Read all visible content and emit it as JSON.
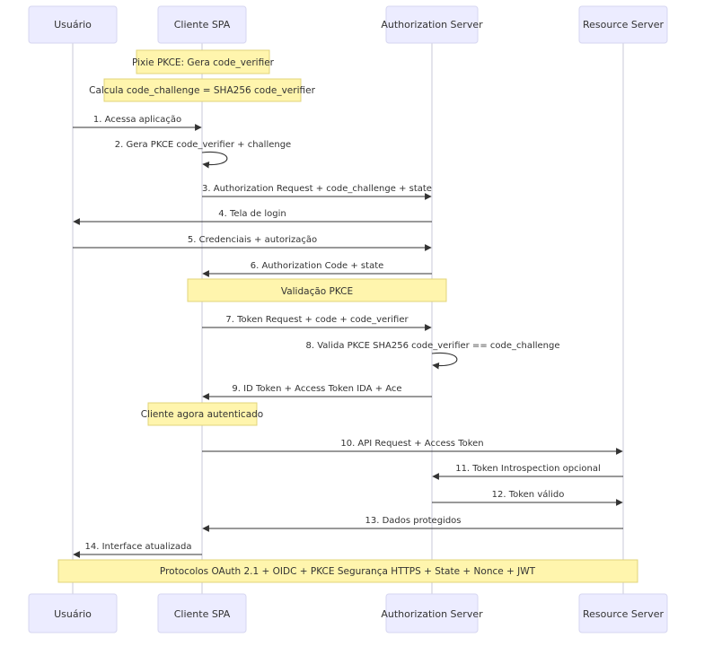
{
  "participants": [
    {
      "id": "usuario",
      "label": "Usuário"
    },
    {
      "id": "spa",
      "label": "Cliente SPA"
    },
    {
      "id": "auth",
      "label": "Authorization Server"
    },
    {
      "id": "resource",
      "label": "Resource Server"
    }
  ],
  "notes": [
    {
      "id": "n1",
      "text": "Pixie PKCE: Gera code_verifier"
    },
    {
      "id": "n2",
      "text": "Calcula code_challenge = SHA256 code_verifier"
    },
    {
      "id": "n3",
      "text": "Validação PKCE"
    },
    {
      "id": "n4",
      "text": "Cliente agora autenticado"
    },
    {
      "id": "n5",
      "text": "Protocolos OAuth 2.1 + OIDC + PKCE Segurança HTTPS + State + Nonce + JWT"
    }
  ],
  "messages": [
    {
      "id": "m1",
      "from": "usuario",
      "to": "spa",
      "text": "1. Acessa aplicação"
    },
    {
      "id": "m2",
      "from": "spa",
      "to": "spa",
      "text": "2. Gera PKCE code_verifier + challenge"
    },
    {
      "id": "m3",
      "from": "spa",
      "to": "auth",
      "text": "3. Authorization Request + code_challenge + state"
    },
    {
      "id": "m4",
      "from": "auth",
      "to": "usuario",
      "text": "4. Tela de login"
    },
    {
      "id": "m5",
      "from": "usuario",
      "to": "auth",
      "text": "5. Credenciais + autorização"
    },
    {
      "id": "m6",
      "from": "auth",
      "to": "spa",
      "text": "6. Authorization Code + state"
    },
    {
      "id": "m7",
      "from": "spa",
      "to": "auth",
      "text": "7. Token Request + code + code_verifier"
    },
    {
      "id": "m8",
      "from": "auth",
      "to": "auth",
      "text": "8. Valida PKCE SHA256 code_verifier == code_challenge"
    },
    {
      "id": "m9",
      "from": "auth",
      "to": "spa",
      "text": "9. ID Token + Access Token IDA + Ace"
    },
    {
      "id": "m10",
      "from": "spa",
      "to": "resource",
      "text": "10. API Request + Access Token"
    },
    {
      "id": "m11",
      "from": "resource",
      "to": "auth",
      "text": "11. Token Introspection opcional"
    },
    {
      "id": "m12",
      "from": "auth",
      "to": "resource",
      "text": "12. Token válido"
    },
    {
      "id": "m13",
      "from": "resource",
      "to": "spa",
      "text": "13. Dados protegidos"
    },
    {
      "id": "m14",
      "from": "spa",
      "to": "usuario",
      "text": "14. Interface atualizada"
    }
  ]
}
